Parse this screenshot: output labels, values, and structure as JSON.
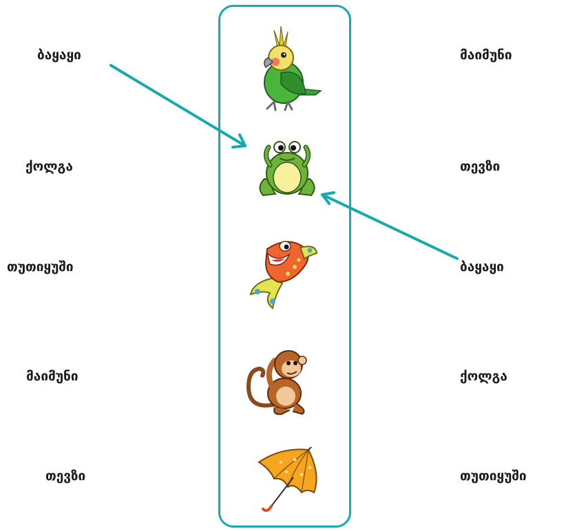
{
  "left_words": [
    "ბაყაყი",
    "ქოლგა",
    "თუთიყუში",
    "მაიმუნი",
    "თევზი"
  ],
  "right_words": [
    "მაიმუნი",
    "თევზი",
    "ბაყაყი",
    "ქოლგა",
    "თუთიყუში"
  ],
  "pictures": [
    "parrot-icon",
    "frog-icon",
    "fish-icon",
    "monkey-icon",
    "umbrella-icon"
  ],
  "colors": {
    "accent": "#16a9ae",
    "text": "#1a1a1a"
  }
}
